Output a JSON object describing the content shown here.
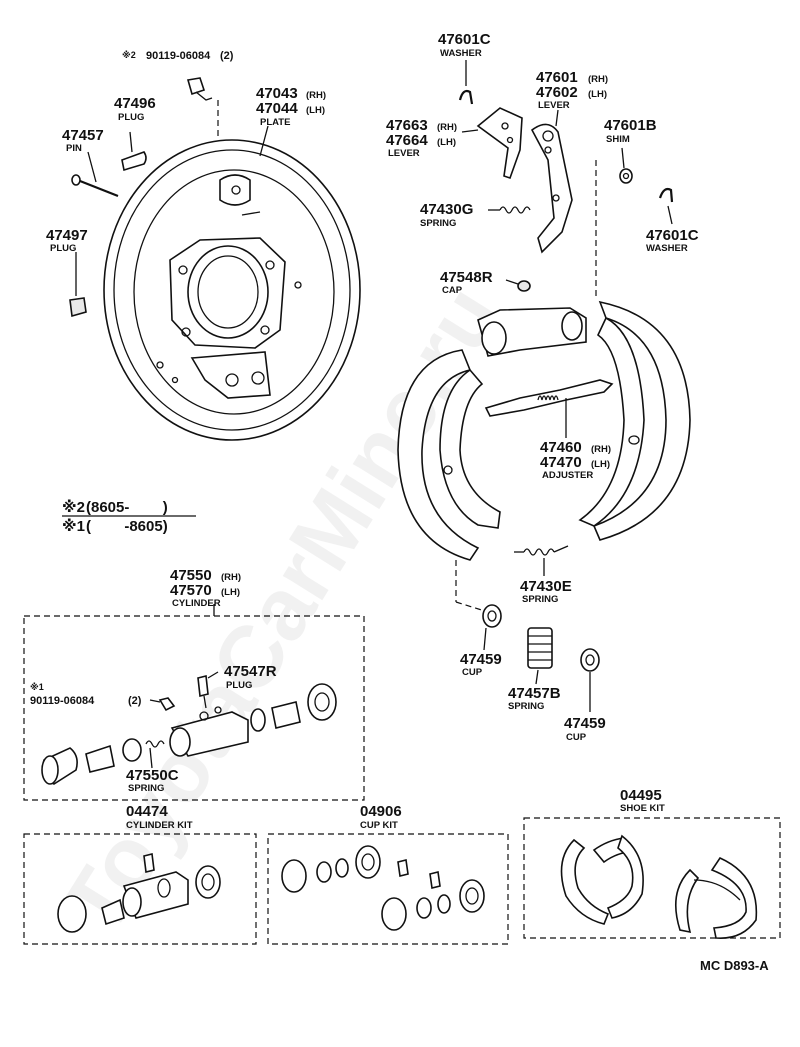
{
  "diagram_code": "MC D893-A",
  "watermark": "ToyotaCarMine.ru",
  "legend": {
    "line2_mark": "※2",
    "line2_text": "(8605-        )",
    "line1_mark": "※1",
    "line1_text": "(        -8605)"
  },
  "labels": {
    "bolt_2": {
      "mark": "※2",
      "number": "90119-06084",
      "qty": "(2)"
    },
    "plug_47496": {
      "number": "47496",
      "name": "PLUG"
    },
    "pin_47457": {
      "number": "47457",
      "name": "PIN"
    },
    "plug_47497": {
      "number": "47497",
      "name": "PLUG"
    },
    "plate": {
      "number_rh": "47043",
      "side_rh": "(RH)",
      "number_lh": "47044",
      "side_lh": "(LH)",
      "name": "PLATE"
    },
    "washer_top": {
      "number": "47601C",
      "name": "WASHER"
    },
    "lever_47601": {
      "number_rh": "47601",
      "side_rh": "(RH)",
      "number_lh": "47602",
      "side_lh": "(LH)",
      "name": "LEVER"
    },
    "lever_47663": {
      "number_rh": "47663",
      "side_rh": "(RH)",
      "number_lh": "47664",
      "side_lh": "(LH)",
      "name": "LEVER"
    },
    "shim": {
      "number": "47601B",
      "name": "SHIM"
    },
    "spring_47430g": {
      "number": "47430G",
      "name": "SPRING"
    },
    "washer_right": {
      "number": "47601C",
      "name": "WASHER"
    },
    "cap": {
      "number": "47548R",
      "name": "CAP"
    },
    "adjuster": {
      "number_rh": "47460",
      "side_rh": "(RH)",
      "number_lh": "47470",
      "side_lh": "(LH)",
      "name": "ADJUSTER"
    },
    "spring_47430e": {
      "number": "47430E",
      "name": "SPRING"
    },
    "cup_left": {
      "number": "47459",
      "name": "CUP"
    },
    "spring_47457b": {
      "number": "47457B",
      "name": "SPRING"
    },
    "cup_right": {
      "number": "47459",
      "name": "CUP"
    },
    "cylinder": {
      "number_rh": "47550",
      "side_rh": "(RH)",
      "number_lh": "47570",
      "side_lh": "(LH)",
      "name": "CYLINDER"
    },
    "plug_47547r": {
      "number": "47547R",
      "name": "PLUG"
    },
    "bolt_1": {
      "mark": "※1",
      "number": "90119-06084",
      "qty": "(2)"
    },
    "spring_47550c": {
      "number": "47550C",
      "name": "SPRING"
    },
    "cylinder_kit": {
      "number": "04474",
      "name": "CYLINDER KIT"
    },
    "cup_kit": {
      "number": "04906",
      "name": "CUP KIT"
    },
    "shoe_kit": {
      "number": "04495",
      "name": "SHOE KIT"
    }
  }
}
